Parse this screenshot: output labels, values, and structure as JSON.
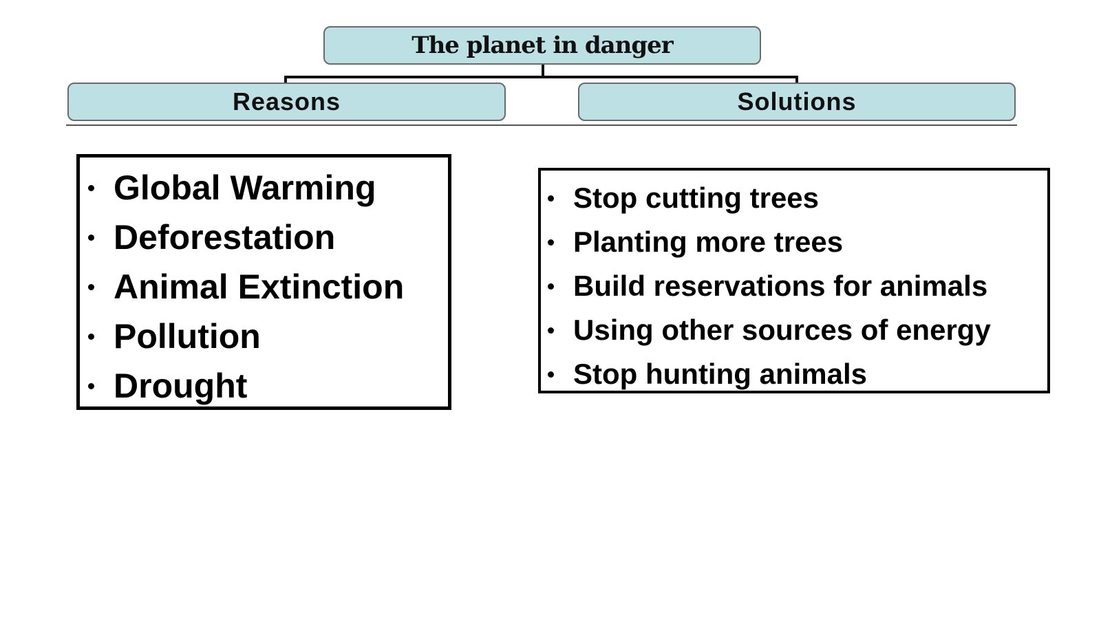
{
  "title": "The planet in danger",
  "reasons": {
    "heading": "Reasons",
    "items": [
      "Global Warming",
      "Deforestation",
      "Animal Extinction",
      "Pollution",
      "Drought"
    ]
  },
  "solutions": {
    "heading": "Solutions",
    "items": [
      "Stop cutting trees",
      "Planting more trees",
      "Build reservations for animals",
      "Using other sources of energy",
      "Stop hunting animals"
    ]
  },
  "colors": {
    "node_fill": "#bde0e4",
    "border": "#000000"
  }
}
